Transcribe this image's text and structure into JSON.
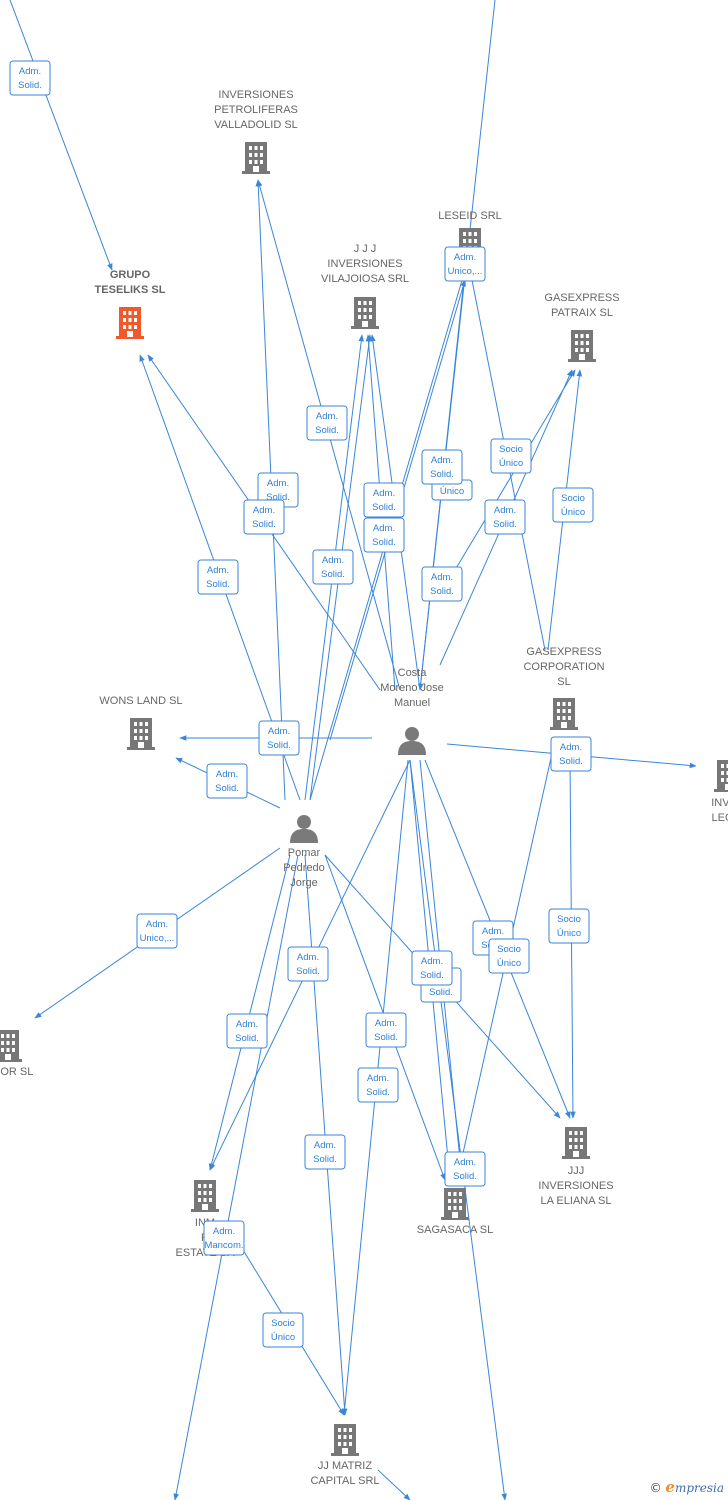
{
  "colors": {
    "line": "#3a86d8",
    "box_border": "#3a86d8",
    "box_text": "#2f7fd6",
    "building": "#777777",
    "building_main": "#f05a2a",
    "person": "#7a7a7a",
    "label": "#666666"
  },
  "nodes": [
    {
      "id": "grupo",
      "type": "company",
      "main": true,
      "lines": [
        "GRUPO",
        "TESELIKS  SL"
      ]
    },
    {
      "id": "ipv",
      "type": "company",
      "lines": [
        "INVERSIONES",
        "PETROLIFERAS",
        "VALLADOLID  SL"
      ]
    },
    {
      "id": "leseid",
      "type": "company",
      "lines": [
        "LESEID SRL"
      ]
    },
    {
      "id": "jjj_vila",
      "type": "company",
      "lines": [
        "J J J",
        "INVERSIONES",
        "VILAJOIOSA SRL"
      ]
    },
    {
      "id": "gpatraix",
      "type": "company",
      "lines": [
        "GASEXPRESS",
        "PATRAIX  SL"
      ]
    },
    {
      "id": "gcorp",
      "type": "company",
      "lines": [
        "GASEXPRESS",
        "CORPORATION",
        "SL"
      ]
    },
    {
      "id": "wons",
      "type": "company",
      "lines": [
        "WONS LAND  SL"
      ]
    },
    {
      "id": "inv_leon",
      "type": "company",
      "lines": [
        "INVER",
        "LEONI"
      ]
    },
    {
      "id": "visor",
      "type": "company",
      "lines": [
        "VISOR  SL"
      ]
    },
    {
      "id": "inm",
      "type": "company",
      "lines": [
        "INM",
        "R",
        "ESTATE SA"
      ]
    },
    {
      "id": "sagasaca",
      "type": "company",
      "lines": [
        "SAGASACA  SL"
      ]
    },
    {
      "id": "jjj_eliana",
      "type": "company",
      "lines": [
        "JJJ",
        "INVERSIONES",
        "LA ELIANA  SL"
      ]
    },
    {
      "id": "jjmatriz",
      "type": "company",
      "lines": [
        "JJ MATRIZ",
        "CAPITAL SRL"
      ]
    },
    {
      "id": "costa",
      "type": "person",
      "lines": [
        "Costa",
        "Moreno Jose",
        "Manuel"
      ]
    },
    {
      "id": "pomar",
      "type": "person",
      "lines": [
        "Pomar",
        "Pedredo",
        "Jorge"
      ]
    }
  ],
  "relations": [
    {
      "id": "r1",
      "lines": [
        "Adm.",
        "Solid."
      ]
    },
    {
      "id": "r2",
      "lines": [
        "Adm.",
        "Unico,..."
      ]
    },
    {
      "id": "r3",
      "lines": [
        "Adm.",
        "Solid."
      ]
    },
    {
      "id": "r4",
      "lines": [
        "Socio",
        "Único"
      ]
    },
    {
      "id": "r5",
      "lines": [
        "Adm.",
        "Solid."
      ]
    },
    {
      "id": "r6",
      "lines": [
        "Único"
      ]
    },
    {
      "id": "r7",
      "lines": [
        "Adm.",
        "Solid."
      ]
    },
    {
      "id": "r8",
      "lines": [
        "Adm.",
        "Solid."
      ]
    },
    {
      "id": "r9",
      "lines": [
        "Adm.",
        "Solid."
      ]
    },
    {
      "id": "r10",
      "lines": [
        "Adm.",
        "Solid."
      ]
    },
    {
      "id": "r11",
      "lines": [
        "Socio",
        "Único"
      ]
    },
    {
      "id": "r12",
      "lines": [
        "Adm.",
        "Solid."
      ]
    },
    {
      "id": "r13",
      "lines": [
        "Adm.",
        "Solid."
      ]
    },
    {
      "id": "r14",
      "lines": [
        "Adm.",
        "Solid."
      ]
    },
    {
      "id": "r15",
      "lines": [
        "Adm.",
        "Solid."
      ]
    },
    {
      "id": "r16",
      "lines": [
        "Adm.",
        "Solid."
      ]
    },
    {
      "id": "r17",
      "lines": [
        "Adm.",
        "Solid."
      ]
    },
    {
      "id": "r18",
      "lines": [
        "Adm.",
        "Solid."
      ]
    },
    {
      "id": "r19",
      "lines": [
        "Adm.",
        "Unico,..."
      ]
    },
    {
      "id": "r20",
      "lines": [
        "Socio",
        "Único"
      ]
    },
    {
      "id": "r21",
      "lines": [
        "Adm.",
        "Solid."
      ]
    },
    {
      "id": "r22",
      "lines": [
        "Adm.",
        "Solid."
      ]
    },
    {
      "id": "r23",
      "lines": [
        "Adm.",
        "Solid."
      ]
    },
    {
      "id": "r24",
      "lines": [
        "Adm.",
        "Solid."
      ]
    },
    {
      "id": "r25",
      "lines": [
        "Adm.",
        "Solid."
      ]
    },
    {
      "id": "r26",
      "lines": [
        "Socio",
        "Único"
      ]
    },
    {
      "id": "r27",
      "lines": [
        "Adm.",
        "Solid."
      ]
    },
    {
      "id": "r28",
      "lines": [
        "Adm.",
        "Solid."
      ]
    },
    {
      "id": "r29",
      "lines": [
        "Adm.",
        "Solid."
      ]
    },
    {
      "id": "r30",
      "lines": [
        "Adm.",
        "Solid."
      ]
    },
    {
      "id": "r31",
      "lines": [
        "Adm.",
        "Mancom."
      ]
    },
    {
      "id": "r32",
      "lines": [
        "Socio",
        "Único"
      ]
    }
  ],
  "footer": {
    "copyright": "©",
    "brand_initial": "e",
    "brand_rest": "mpresia"
  }
}
